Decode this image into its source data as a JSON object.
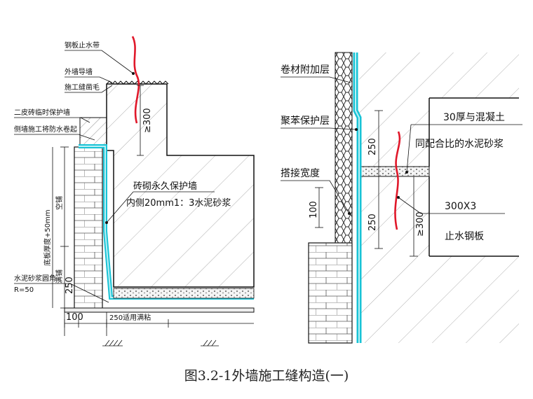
{
  "left_detail": {
    "labels": {
      "steel_waterstop": "钢板止水带",
      "outer_guide_wall": "外墙导墙",
      "joint_rough": "施工缝凿毛",
      "temp_wall_1": "二皮砖临时保护墙",
      "temp_wall_2": "侧墙施工将防水卷起",
      "perm_wall": "砖砌永久保护墙",
      "inner_plaster": "内侧20mm1：3水泥砂浆",
      "mortar_fillet_1": "水泥砂浆圆角",
      "mortar_fillet_2": "R=50",
      "vertical_dim_label": "底板厚度+50mm",
      "empty_brick": "空铺",
      "full_brick": "满铺"
    },
    "dims": {
      "d300": "≥300",
      "d250": "250",
      "d100": "100",
      "d250_bottom": "250适用满粘"
    }
  },
  "right_detail": {
    "labels": {
      "membrane_layer": "卷材附加层",
      "polystyrene": "聚苯保护层",
      "overlap": "搭接宽度",
      "concrete_note_1": "30厚与混凝土",
      "concrete_note_2": "同配合比的水泥砂浆",
      "plate_size": "300X3",
      "plate_name": "止水钢板"
    },
    "dims": {
      "d250_top": "250",
      "d250_bottom": "250",
      "d100": "100",
      "d300": "≥300"
    }
  },
  "caption": "图3.2-1外墙施工缝构造(一)",
  "colors": {
    "membrane": "#19c3d6",
    "membrane_light": "#b9f0f5",
    "waterstop": "#e0182a",
    "line": "#111111"
  }
}
